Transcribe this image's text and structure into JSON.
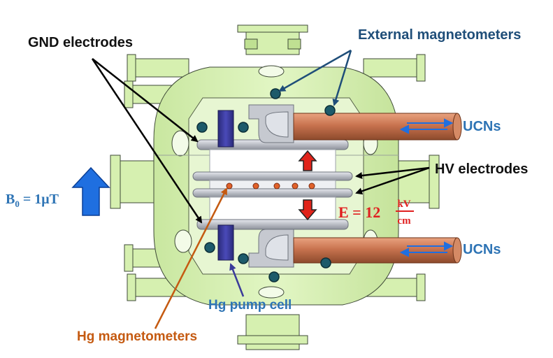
{
  "labels": {
    "gnd_electrodes": "GND electrodes",
    "external_magnetometers": "External magnetometers",
    "ucns_top": "UCNs",
    "ucns_bottom": "UCNs",
    "hv_electrodes": "HV electrodes",
    "b0_label": "B",
    "b0_subscript": "0",
    "b0_value": " = 1μT",
    "e_field_prefix": "E = 12",
    "e_field_numerator": "kV",
    "e_field_denominator": "cm",
    "hg_pump_cell": "Hg pump cell",
    "hg_magnetometers": "Hg magnetometers"
  },
  "colors": {
    "chamber_fill": "#d6f0b0",
    "chamber_stroke": "#3f4a38",
    "guide_copper": "#c8734f",
    "electrode_gray": "#b9bcc4",
    "field_arrow_red": "#e0231a",
    "b0_arrow_blue": "#1f6fe0",
    "label_dark_blue": "#1f4e79",
    "label_mid_blue": "#2e74b5",
    "label_red": "#e02020",
    "label_brown": "#c55a11",
    "pump_cell_blue": "#3a3a9a",
    "magnetometer_teal": "#1d5a6a"
  }
}
